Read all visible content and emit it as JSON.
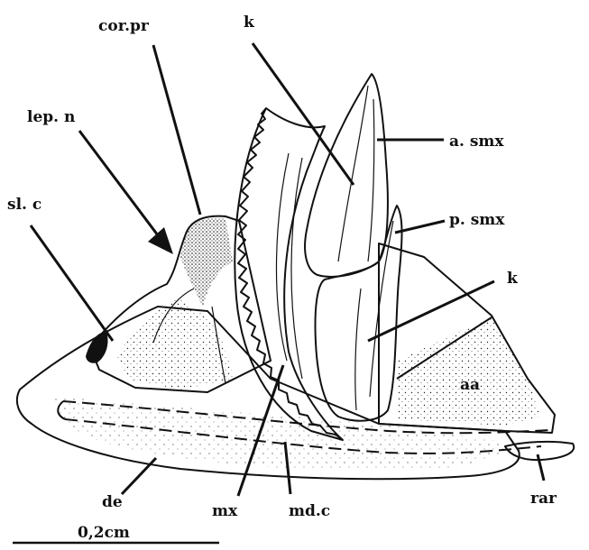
{
  "figure": {
    "labels": {
      "cor_pr": "cor.pr",
      "k_top": "k",
      "a_smx": "a. smx",
      "lep_n": "lep. n",
      "sl_c": "sl. c",
      "p_smx": "p. smx",
      "k_right": "k",
      "aa": "aa",
      "de": "de",
      "mx": "mx",
      "md_c": "md.c",
      "rar": "rar"
    },
    "scale_bar": {
      "label": "0,2cm"
    }
  }
}
